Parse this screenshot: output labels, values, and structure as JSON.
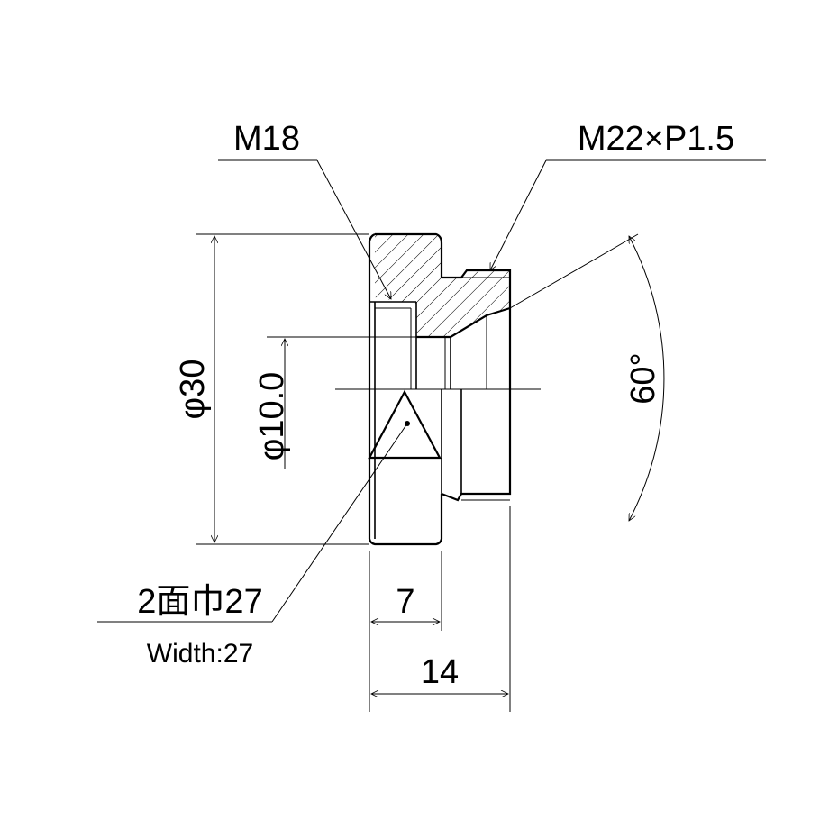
{
  "labels": {
    "thread_inner": "M18",
    "thread_outer": "M22×P1.5",
    "dia_outer": "φ30",
    "dia_bore": "φ10.0",
    "angle": "60°",
    "width_across_flats_jp": "2面巾27",
    "width_across_flats_en": "Width:27",
    "length_hex": "7",
    "length_total": "14"
  }
}
